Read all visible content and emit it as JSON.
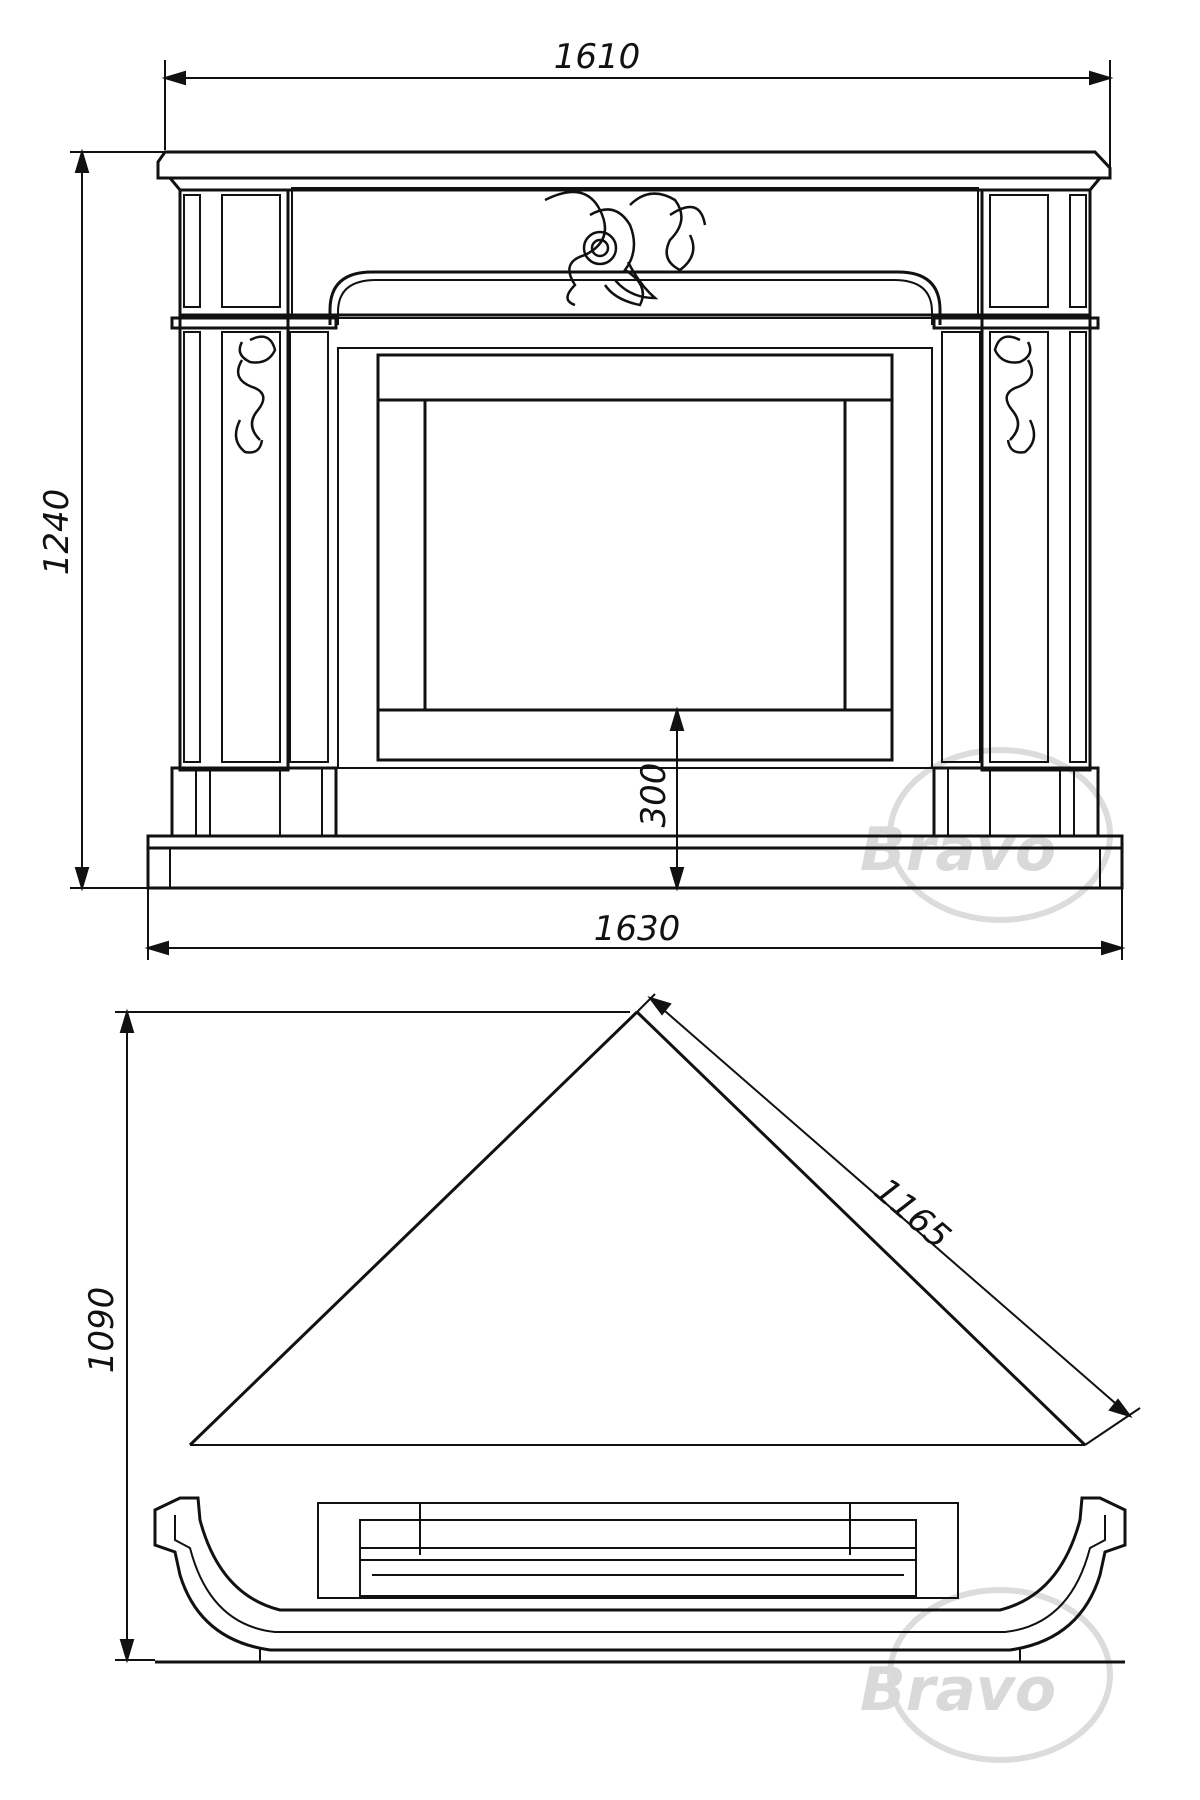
{
  "dimensions": {
    "front_top_width": "1610",
    "front_height": "1240",
    "firebox_bottom_height": "300",
    "front_base_width": "1630",
    "plan_depth": "1090",
    "plan_side_length": "1165"
  },
  "watermark": {
    "text": "Bravo",
    "color": "#d9d9d9"
  },
  "colors": {
    "line": "#111111",
    "background": "#ffffff"
  }
}
